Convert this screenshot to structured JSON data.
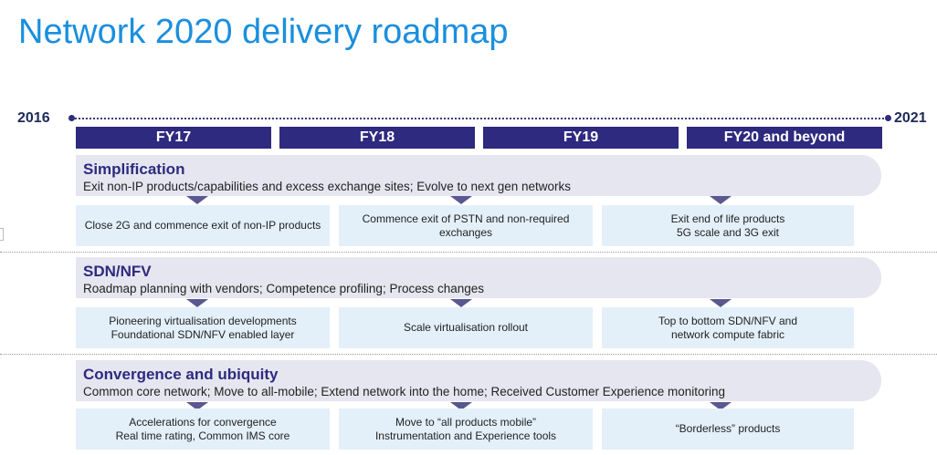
{
  "title": "Network 2020 delivery roadmap",
  "timeline": {
    "start": "2016",
    "end": "2021"
  },
  "periods": [
    "FY17",
    "FY18",
    "FY19",
    "FY20 and beyond"
  ],
  "sections": [
    {
      "title": "Simplification",
      "subtitle": "Exit non-IP products/capabilities and excess exchange sites; Evolve to next gen networks",
      "items": [
        "Close 2G and commence exit of non-IP products",
        "Commence exit of PSTN and non-required\nexchanges",
        "Exit end of life products\n5G scale and 3G exit"
      ]
    },
    {
      "title": "SDN/NFV",
      "subtitle": "Roadmap planning with vendors; Competence profiling; Process changes",
      "items": [
        "Pioneering virtualisation developments\nFoundational SDN/NFV enabled layer",
        "Scale virtualisation rollout",
        "Top to bottom SDN/NFV and\nnetwork compute fabric"
      ]
    },
    {
      "title": "Convergence and ubiquity",
      "subtitle": "Common core network; Move to all-mobile; Extend network into the home; Received Customer Experience monitoring",
      "items": [
        "Accelerations for convergence\nReal time rating, Common IMS core",
        "Move to “all products mobile”\nInstrumentation and Experience tools",
        "“Borderless” products"
      ]
    }
  ]
}
